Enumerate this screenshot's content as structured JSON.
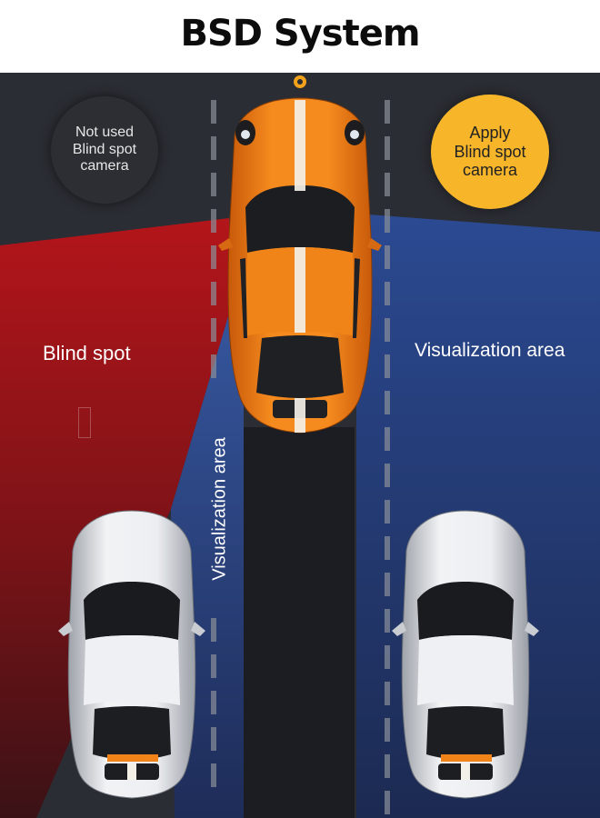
{
  "title": "BSD System",
  "badges": {
    "left": {
      "text": "Not used\nBlind spot\ncamera",
      "color": "#2c2e33"
    },
    "right": {
      "text": "Apply\nBlind spot\ncamera",
      "color": "#f7b52a"
    }
  },
  "zones": {
    "blind_spot": {
      "label": "Blind spot",
      "color": "#a4161a"
    },
    "visualization_right": {
      "label": "Visualization area",
      "color": "#26417f"
    },
    "visualization_center": {
      "label": "Visualization area",
      "color": "#2f4c8c"
    }
  },
  "cars": [
    {
      "name": "main-car",
      "color": "#f07a14"
    },
    {
      "name": "left-car",
      "color": "#e2e4e8"
    },
    {
      "name": "right-car",
      "color": "#e2e4e8"
    }
  ]
}
